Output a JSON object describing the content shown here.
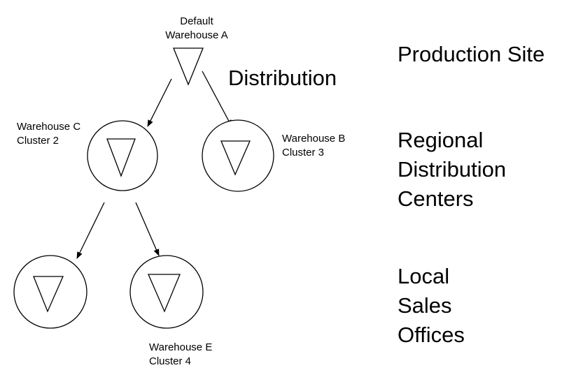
{
  "diagram": {
    "node_labels": {
      "warehouse_a": [
        "Default",
        "Warehouse A"
      ],
      "warehouse_c": [
        "Warehouse C",
        "Cluster 2"
      ],
      "warehouse_b": [
        "Warehouse B",
        "Cluster 3"
      ],
      "warehouse_e": [
        "Warehouse E",
        "Cluster 4"
      ]
    },
    "edge_label": "Distribution",
    "tiers": {
      "production": [
        "Production Site"
      ],
      "regional": [
        "Regional",
        "Distribution",
        "Centers"
      ],
      "local": [
        "Local",
        "Sales",
        "Offices"
      ]
    },
    "colors": {
      "stroke": "#000000",
      "fill": "#ffffff",
      "text": "#000000"
    }
  }
}
